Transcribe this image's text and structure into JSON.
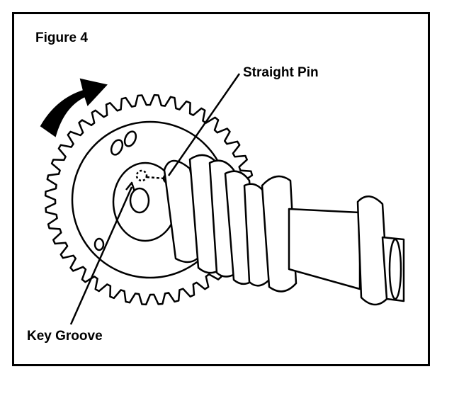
{
  "figure": {
    "title": "Figure 4",
    "callouts": {
      "straight_pin": "Straight Pin",
      "key_groove": "Key Groove"
    }
  },
  "colors": {
    "ink": "#000000",
    "paper": "#ffffff"
  }
}
